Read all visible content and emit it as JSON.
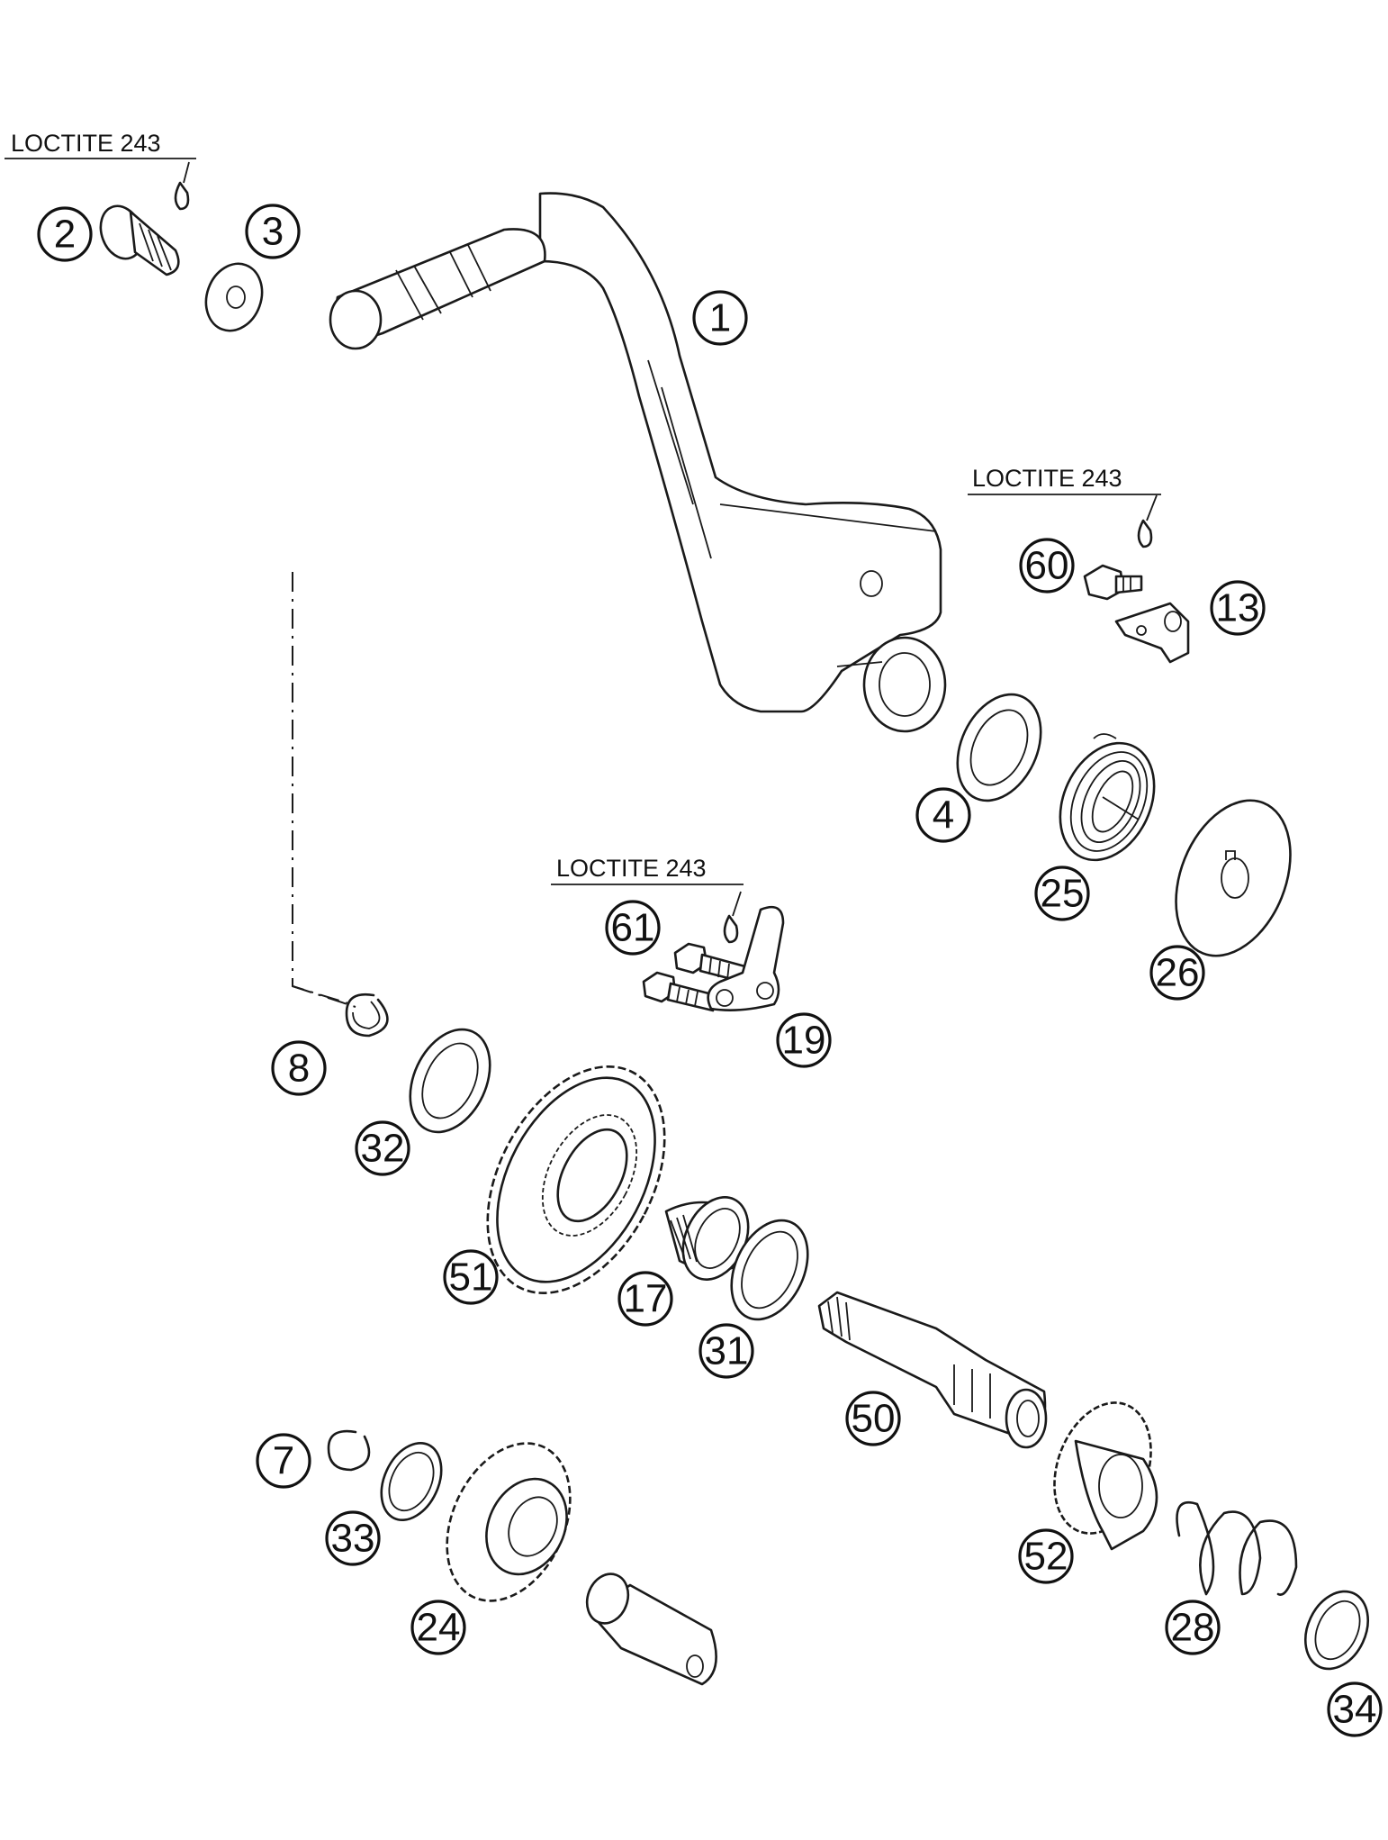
{
  "diagram": {
    "notes": [
      "LOCTITE 243",
      "LOCTITE 243",
      "LOCTITE 243"
    ],
    "callouts": [
      "1",
      "2",
      "3",
      "4",
      "7",
      "8",
      "13",
      "17",
      "19",
      "24",
      "25",
      "26",
      "28",
      "31",
      "32",
      "33",
      "34",
      "50",
      "51",
      "52",
      "60",
      "61"
    ]
  }
}
